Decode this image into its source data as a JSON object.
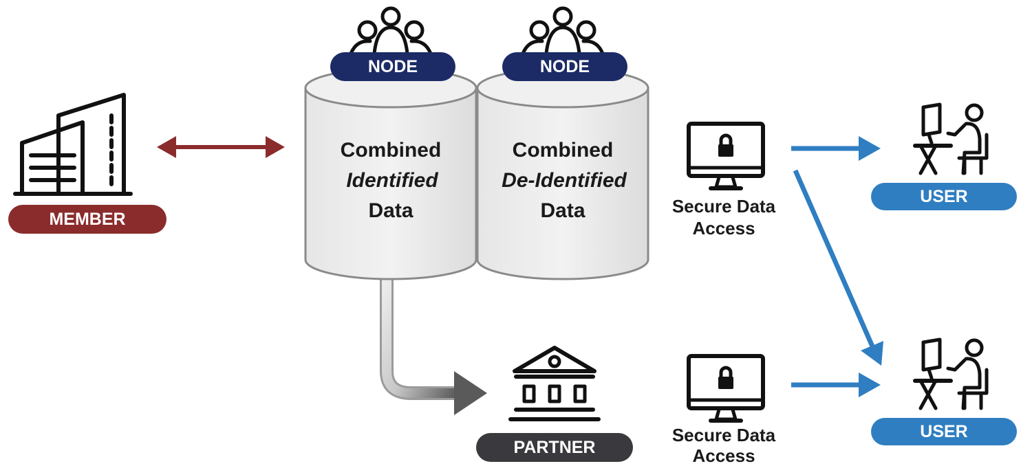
{
  "member": {
    "label": "MEMBER",
    "color": "#8b2c2c"
  },
  "node_identified": {
    "badge": "NODE",
    "line1": "Combined",
    "line2": "Identified",
    "line3": "Data"
  },
  "node_deidentified": {
    "badge": "NODE",
    "line1": "Combined",
    "line2": "De-Identified",
    "line3": "Data"
  },
  "node_badge_color": "#1c2b66",
  "partner": {
    "label": "PARTNER",
    "color": "#3a3a3e"
  },
  "secure_access_top": {
    "line1": "Secure Data",
    "line2": "Access"
  },
  "secure_access_bottom": {
    "line1": "Secure Data",
    "line2": "Access"
  },
  "user_top": {
    "label": "USER"
  },
  "user_bottom": {
    "label": "USER"
  },
  "user_color": "#2f7ec1",
  "arrow_colors": {
    "member_link": "#8b2c2c",
    "access": "#2f7ec1"
  },
  "icons": {
    "member": "office-building-icon",
    "node": "people-group-icon",
    "partner": "bank-icon",
    "secure": "locked-monitor-icon",
    "user": "person-at-computer-icon"
  }
}
